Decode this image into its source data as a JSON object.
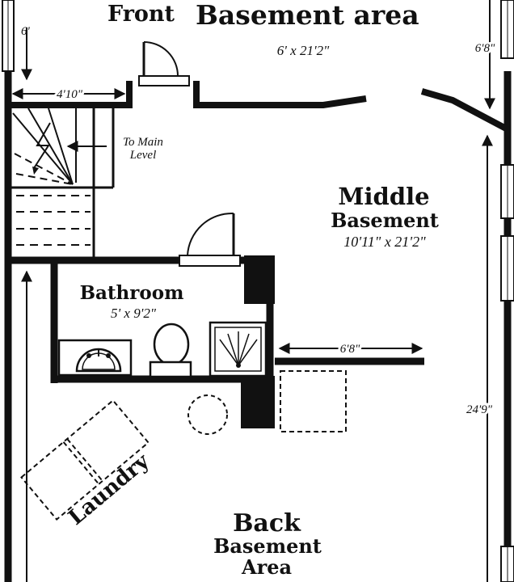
{
  "colors": {
    "wall": "#111111",
    "paper": "#ffffff",
    "ink": "#111111"
  },
  "rooms": {
    "front": {
      "title_left": "Front",
      "title_right": "Basement area",
      "dims": "6' x 21'2\""
    },
    "middle": {
      "title_line1": "Middle",
      "title_line2": "Basement",
      "dims": "10'11\" x 21'2\""
    },
    "bathroom": {
      "title": "Bathroom",
      "dims": "5' x 9'2\""
    },
    "laundry": {
      "title": "Laundry"
    },
    "back": {
      "title_line1": "Back",
      "title_line2": "Basement",
      "title_line3": "Area"
    }
  },
  "stairs": {
    "label_line1": "To Main",
    "label_line2": "Level"
  },
  "dimensions": {
    "left_top": "6'",
    "right_top": "6'8\"",
    "stair_width": "4'10\"",
    "middle_wall": "6'8\"",
    "right_side": "24'9\""
  },
  "fixtures": {
    "sink": "sink-icon",
    "toilet": "toilet-icon",
    "shower": "shower-icon",
    "water_heater": "water-heater-icon",
    "washer_dryer": "washer-dryer-icon",
    "storage_box": "storage-box-icon"
  }
}
